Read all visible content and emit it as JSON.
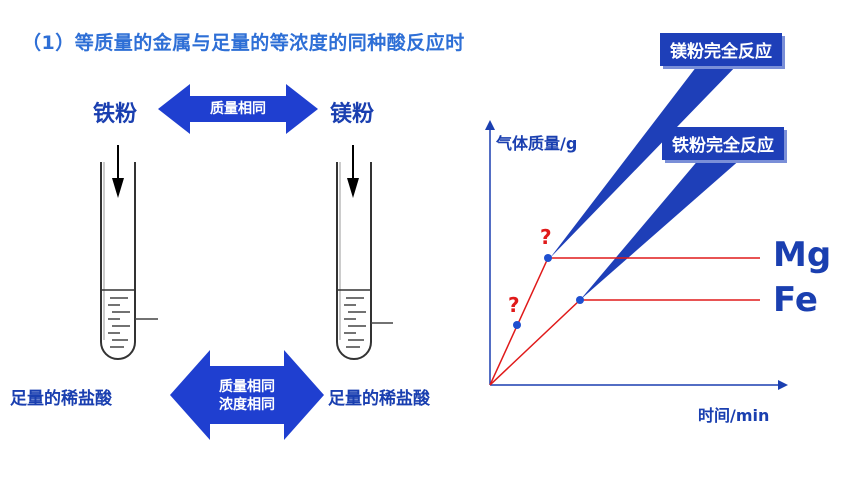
{
  "title": "（1）等质量的金属与足量的等浓度的同种酸反应时",
  "left_setup": {
    "metal_left": "铁粉",
    "metal_right": "镁粉",
    "top_arrow_text": "质量相同",
    "acid_left": "足量的稀盐酸",
    "acid_right": "足量的稀盐酸",
    "bottom_arrow_line1": "质量相同",
    "bottom_arrow_line2": "浓度相同"
  },
  "graph": {
    "y_axis_label": "气体质量/g",
    "x_axis_label": "时间/min",
    "callout_top": "镁粉完全反应",
    "callout_bottom": "铁粉完全反应",
    "series_label_mg": "Mg",
    "series_label_fe": "Fe",
    "question_mark_1": "?",
    "question_mark_2": "?",
    "colors": {
      "curve": "#e01a1a",
      "axis": "#1a3fb0",
      "callout": "#1e3fb8",
      "point": "#1e4fd0"
    }
  }
}
